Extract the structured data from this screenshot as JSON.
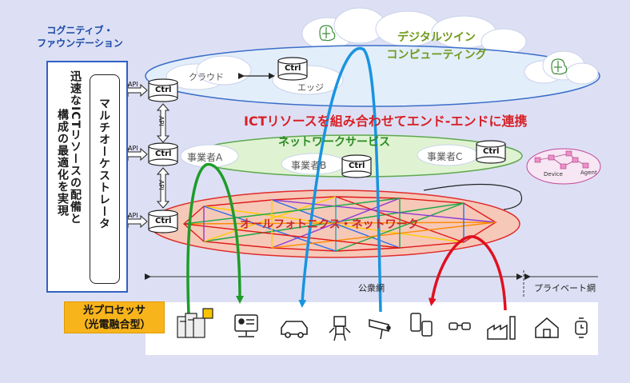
{
  "header": {
    "cognitive_title_line1": "コグニティブ・",
    "cognitive_title_line2": "ファウンデーション"
  },
  "left_panel": {
    "vertical_text_1": "迅速なICTリソースの配備と",
    "vertical_text_2": "構成の最適化を実現",
    "orchestrator_label": "マルチオーケストレータ"
  },
  "api_label": "API",
  "ctrl_label": "Ctrl",
  "cloud_layer": {
    "cloud_label": "クラウド",
    "edge_label": "エッジ",
    "title_line1": "デジタルツイン",
    "title_line2": "コンピューティング"
  },
  "headline": "ICTリソースを組み合わせてエンド-エンドに連携",
  "network_service": {
    "title": "ネットワークサービス",
    "provider_a": "事業者A",
    "provider_b": "事業者B",
    "provider_c": "事業者C"
  },
  "photonic_network": {
    "title": "オールフォトニクス・ネットワーク"
  },
  "device_bubble": {
    "device_label": "Device",
    "agent_label": "Agent"
  },
  "network_ranges": {
    "public": "公衆網",
    "private": "プライベート網"
  },
  "optical_processor": {
    "line1": "光プロセッサ",
    "line2": "（光電融合型）"
  },
  "colors": {
    "background": "#dde0f4",
    "frame_blue": "#3160c4",
    "headline_red": "#d81f26",
    "net_green": "#2a8a22",
    "cloud_ellipse_fill": "#e3eefb",
    "netsvc_ellipse_fill": "#dff3d2",
    "photonic_ellipse_fill": "#f6c8b8",
    "processor_fill": "#f7b41b"
  },
  "endpoint_icons": [
    "server-icon",
    "monitor-icon",
    "car-icon",
    "robot-icon",
    "camera-icon",
    "mobile-icon",
    "glasses-icon",
    "factory-icon",
    "home-icon",
    "watch-icon"
  ]
}
